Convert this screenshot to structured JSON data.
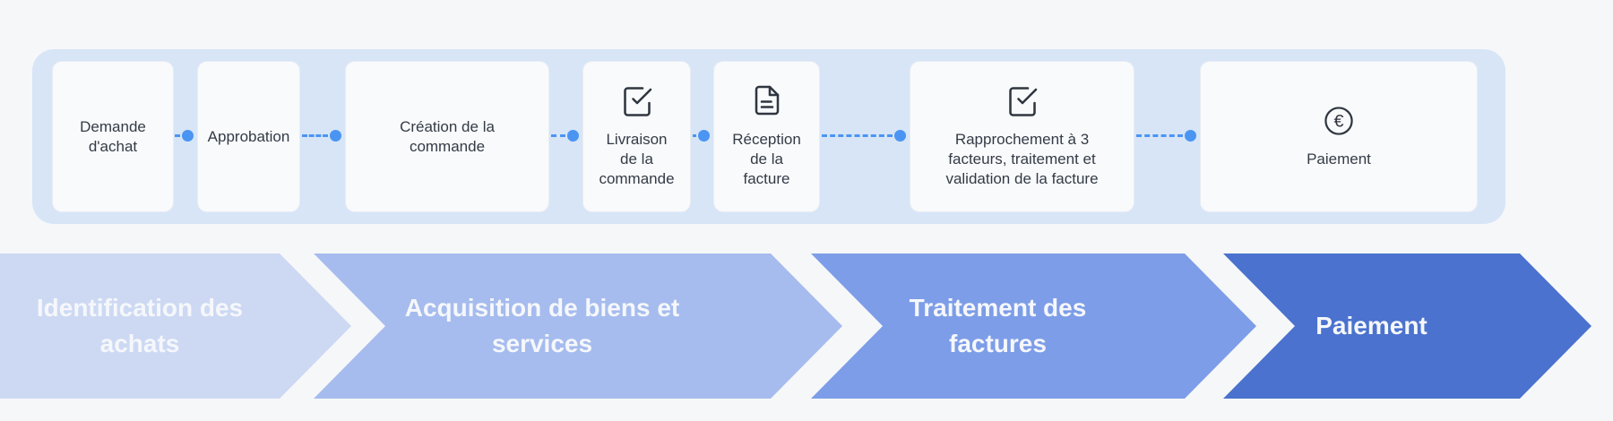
{
  "page": {
    "background": "#f6f7f9"
  },
  "process_track": {
    "background": "#d7e5f7",
    "connector_color": "#4b95f2",
    "icon_color": "#2f363f",
    "text_color": "#343b46",
    "steps": [
      {
        "label": "Demande\nd'achat"
      },
      {
        "label": "Approbation"
      },
      {
        "label": "Création de la\ncommande"
      },
      {
        "label": "Livraison\nde la\ncommande",
        "icon": "check-square-icon"
      },
      {
        "label": "Réception\nde la\nfacture",
        "icon": "file-text-icon"
      },
      {
        "label": "Rapprochement à 3\nfacteurs, traitement et\nvalidation de la facture",
        "icon": "check-square-icon"
      },
      {
        "label": "Paiement",
        "icon": "euro-circle-icon"
      }
    ]
  },
  "phases": {
    "text_color": "#f5f7fb",
    "items": [
      {
        "label": "Identification des\nachats",
        "color": "#cdd9f3"
      },
      {
        "label": "Acquisition de biens et\nservices",
        "color": "#a6bcee"
      },
      {
        "label": "Traitement des\nfactures",
        "color": "#7d9de8"
      },
      {
        "label": "Paiement",
        "color": "#4a72ce"
      }
    ]
  }
}
